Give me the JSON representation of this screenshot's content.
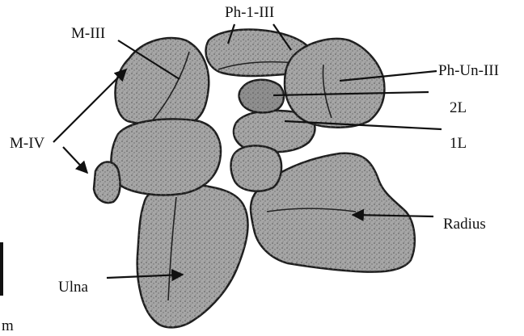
{
  "labels": {
    "ph_1_iii": "Ph-1-III",
    "m_iii": "M-III",
    "ph_un_iii": "Ph-Un-III",
    "l2": "2L",
    "l1": "1L",
    "m_iv": "M-IV",
    "radius": "Radius",
    "ulna": "Ulna",
    "scale_unit": "m"
  },
  "colors": {
    "bone_fill": "#a6a6a6",
    "outline": "#1e1e1e",
    "background": "#ffffff"
  }
}
